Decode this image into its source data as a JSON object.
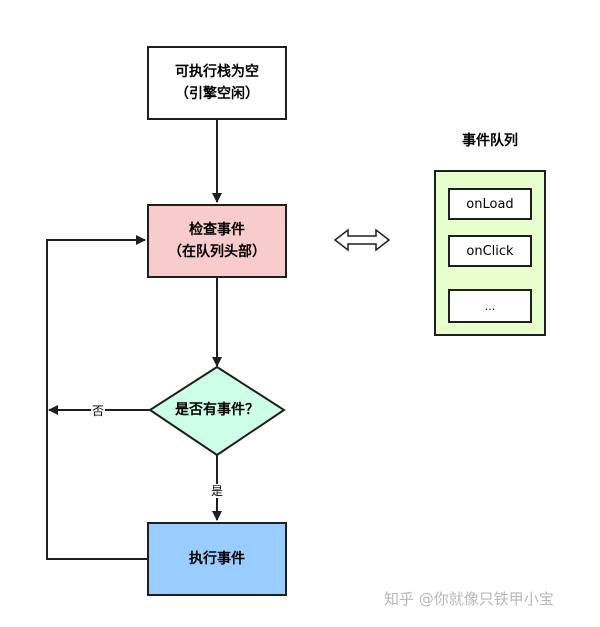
{
  "nodes": {
    "start": {
      "line1": "可执行栈为空",
      "line2": "（引擎空闲）"
    },
    "check": {
      "line1": "检查事件",
      "line2": "（在队列头部）"
    },
    "decision": {
      "label": "是否有事件？"
    },
    "execute": {
      "label": "执行事件"
    }
  },
  "edges": {
    "no_label": "否",
    "yes_label": "是"
  },
  "queue": {
    "title": "事件队列",
    "items": [
      "onLoad",
      "onClick",
      "..."
    ]
  },
  "watermark": "知乎 @你就像只铁甲小宝",
  "colors": {
    "check_fill": "#f9cccc",
    "decision_fill": "#ccffe6",
    "execute_fill": "#99ccff",
    "queue_fill": "#e6ffcc",
    "stroke": "#1f1f1f"
  }
}
